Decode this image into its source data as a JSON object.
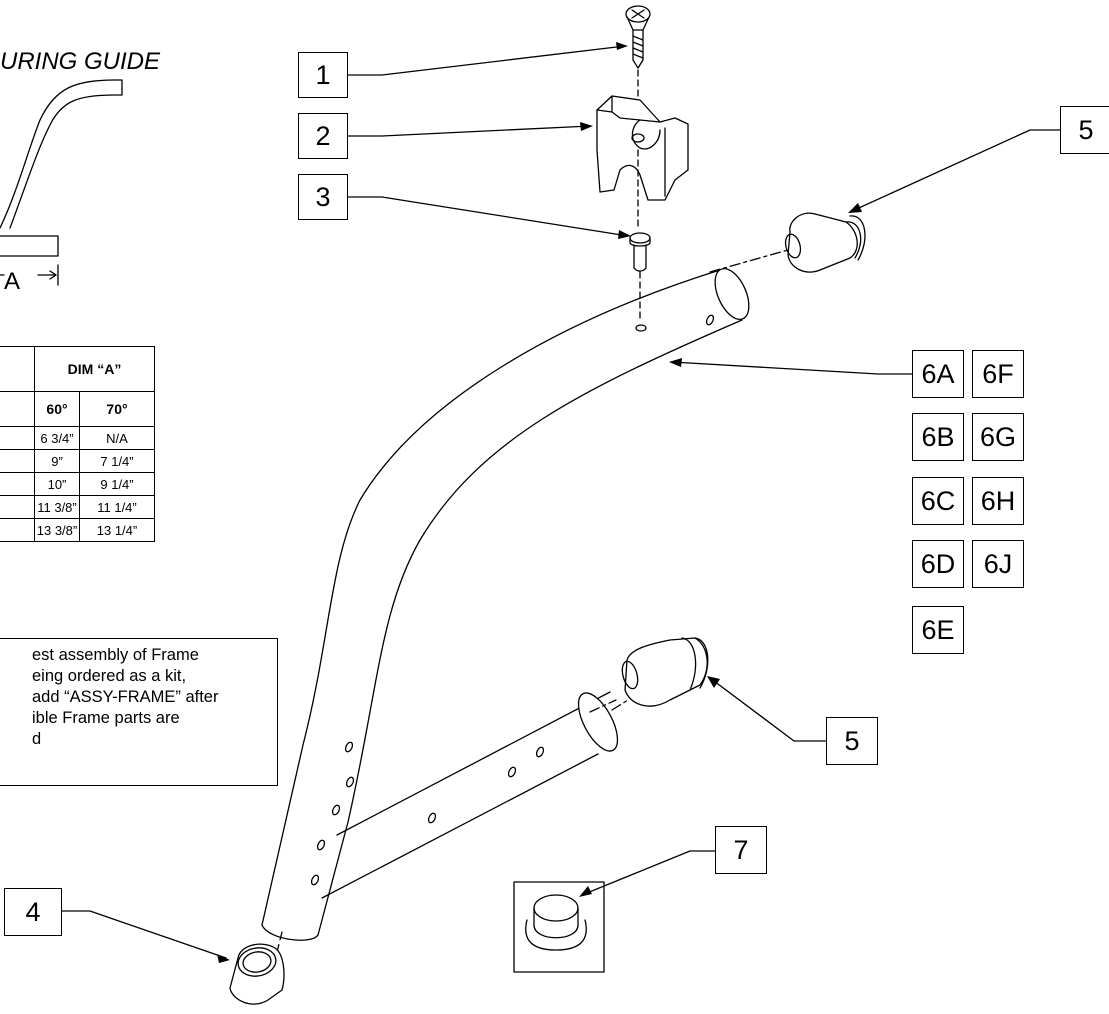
{
  "guide": {
    "title": "URING GUIDE",
    "dim_letter": "A"
  },
  "dim_table": {
    "header": "DIM “A”",
    "columns": [
      "60°",
      "70°"
    ],
    "rows": [
      [
        "6 3/4”",
        "N/A"
      ],
      [
        "9”",
        "7 1/4”"
      ],
      [
        "10”",
        "9 1/4”"
      ],
      [
        "11 3/8”",
        "11 1/4”"
      ],
      [
        "13 3/8”",
        "13 1/4”"
      ]
    ]
  },
  "note": {
    "lines": [
      "est assembly of Frame",
      "eing ordered as a kit,",
      "add “ASSY-FRAME” after",
      "ible Frame parts are",
      "d"
    ]
  },
  "callouts": {
    "c1": "1",
    "c2": "2",
    "c3": "3",
    "c4": "4",
    "c5_top": "5",
    "c5_bottom": "5",
    "c6A": "6A",
    "c6F": "6F",
    "c6B": "6B",
    "c6G": "6G",
    "c6C": "6C",
    "c6H": "6H",
    "c6D": "6D",
    "c6J": "6J",
    "c6E": "6E",
    "c7": "7"
  }
}
